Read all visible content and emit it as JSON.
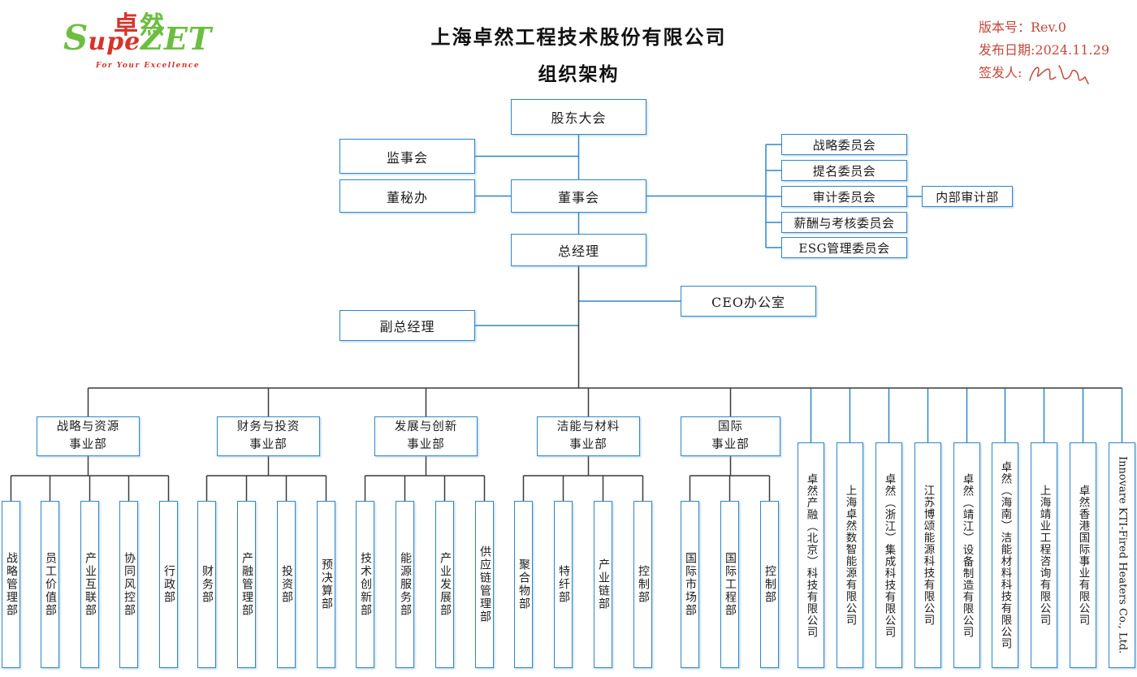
{
  "header": {
    "logo": {
      "cjk_first": "卓",
      "cjk_second": "然",
      "sup_s": "S",
      "sup_upe": "upe",
      "zet": "ZET",
      "tagline": "For Your Excellence"
    },
    "title_line1": "上海卓然工程技术股份有限公司",
    "title_line2": "组织架构",
    "meta": {
      "version": "版本号：Rev.0",
      "release_date": "发布日期:2024.11.29",
      "issuer_label": "签发人:"
    }
  },
  "colors": {
    "box_border_blue": "#2e86c8",
    "connector_black": "#3a3a3a",
    "meta_red": "#c5473c",
    "logo_green": "#6cbe3f",
    "logo_red": "#d6332c"
  },
  "chart": {
    "nodes": {
      "shareholders": "股东大会",
      "supervisory": "监事会",
      "secretary": "董秘办",
      "board": "董事会",
      "gm": "总经理",
      "ceo_office": "CEO办公室",
      "deputy_gm": "副总经理",
      "internal_audit": "内部审计部"
    },
    "committees": [
      "战略委员会",
      "提名委员会",
      "审计委员会",
      "薪酬与考核委员会",
      "ESG管理委员会"
    ],
    "divisions": [
      {
        "line1": "战略与资源",
        "line2": "事业部",
        "departments": [
          "战略管理部",
          "员工价值部",
          "产业互联部",
          "协同风控部",
          "行政部"
        ]
      },
      {
        "line1": "财务与投资",
        "line2": "事业部",
        "departments": [
          "财务部",
          "产融管理部",
          "投资部",
          "预决算部"
        ]
      },
      {
        "line1": "发展与创新",
        "line2": "事业部",
        "departments": [
          "技术创新部",
          "能源服务部",
          "产业发展部",
          "供应链管理部"
        ]
      },
      {
        "line1": "洁能与材料",
        "line2": "事业部",
        "departments": [
          "聚合物部",
          "特纤部",
          "产业链部",
          "控制部"
        ]
      },
      {
        "line1": "国际",
        "line2": "事业部",
        "departments": [
          "国际市场部",
          "国际工程部",
          "控制部"
        ]
      }
    ],
    "subsidiaries": [
      "卓然产融（北京）科技有限公司",
      "上海卓然数智能源有限公司",
      "卓然（浙江）集成科技有限公司",
      "江苏博颂能源科技有限公司",
      "卓然（靖江）设备制造有限公司",
      "卓然（海南）洁能材料科技有限公司",
      "上海靖业工程咨询有限公司",
      "卓然香港国际事业有限公司",
      "Innovare KTI-Fired Heaters Co., Ltd."
    ]
  }
}
